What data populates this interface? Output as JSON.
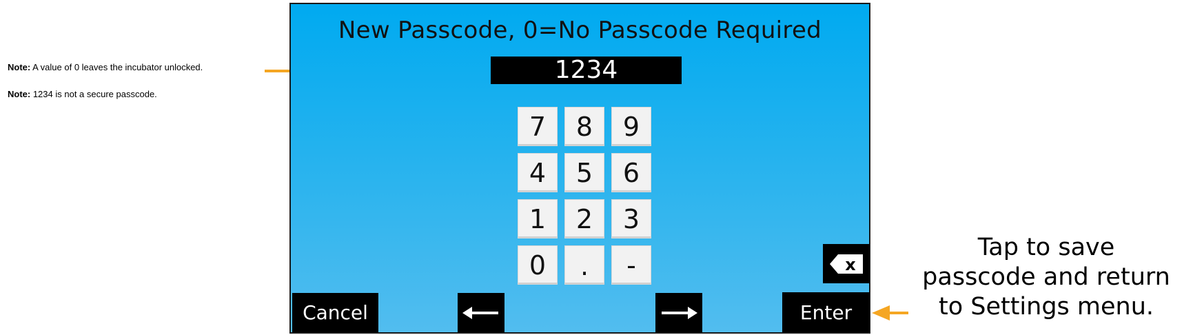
{
  "notes": [
    {
      "label": "Note:",
      "text": " A value of 0 leaves the incubator unlocked."
    },
    {
      "label": "Note:",
      "text": " 1234 is not a secure passcode."
    }
  ],
  "screen": {
    "title": "New Passcode, 0=No Passcode Required",
    "value": "1234",
    "keys": [
      "7",
      "8",
      "9",
      "4",
      "5",
      "6",
      "1",
      "2",
      "3",
      "0",
      ".",
      "-"
    ],
    "cancel_label": "Cancel",
    "enter_label": "Enter",
    "backspace_glyph": "x"
  },
  "tip_lines": [
    "Tap to save",
    "passcode and return",
    "to Settings menu."
  ],
  "colors": {
    "accent_arrow": "#f5a623",
    "screen_top": "#00aaf0",
    "screen_bottom": "#52bdef",
    "button": "#000000"
  },
  "icons": {
    "left": "left-arrow-icon",
    "right": "right-arrow-icon",
    "backspace": "backspace-icon",
    "callout": "callout-arrow-icon"
  }
}
